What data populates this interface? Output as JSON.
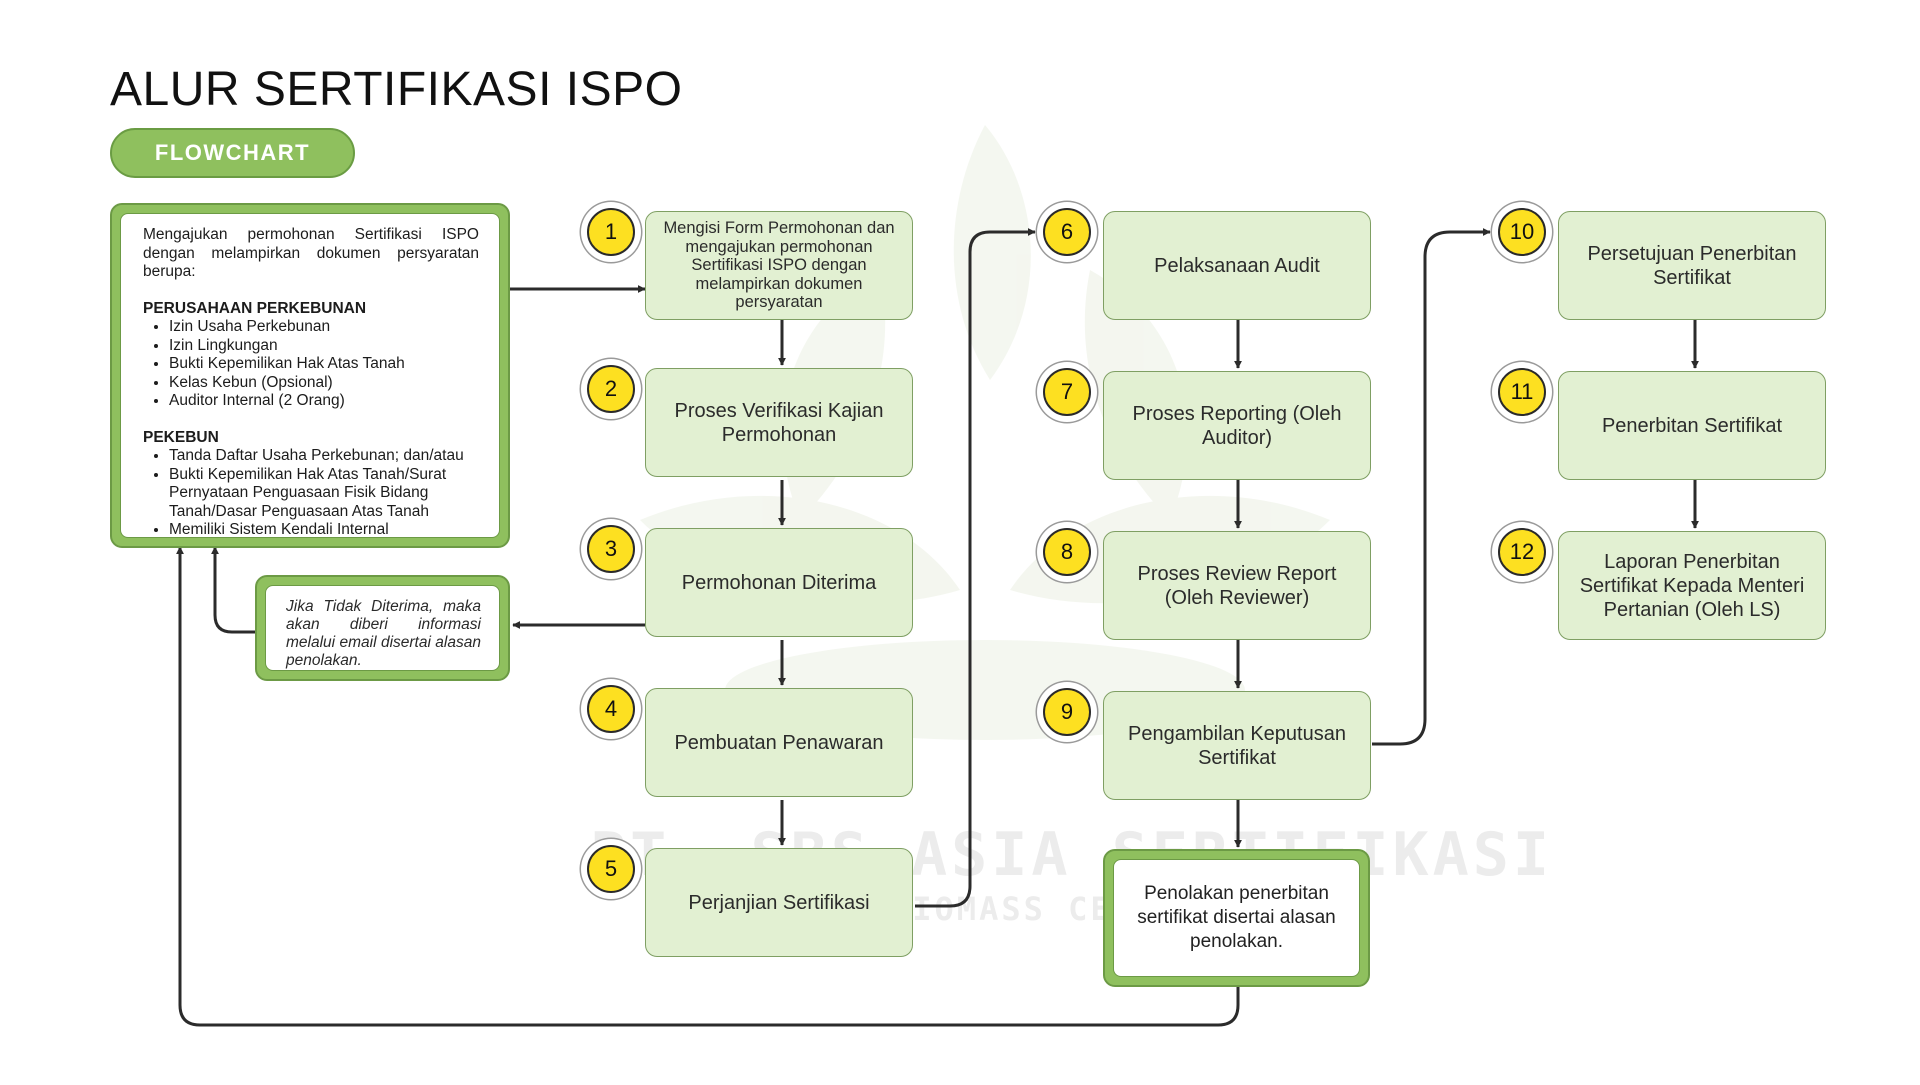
{
  "title": "ALUR SERTIFIKASI ISPO",
  "badge": "FLOWCHART",
  "watermark": {
    "line1": "PT. SBS ASIA SERTIFIKASI",
    "line2": "BIOMASS CERT"
  },
  "requirements": {
    "intro": "Mengajukan permohonan Sertifikasi ISPO dengan melampirkan dokumen persyaratan berupa:",
    "groups": [
      {
        "heading": "PERUSAHAAN PERKEBUNAN",
        "items": [
          "Izin Usaha Perkebunan",
          "Izin Lingkungan",
          "Bukti Kepemilikan Hak Atas Tanah",
          "Kelas Kebun (Opsional)",
          "Auditor Internal (2 Orang)"
        ]
      },
      {
        "heading": "PEKEBUN",
        "items": [
          "Tanda Daftar Usaha Perkebunan; dan/atau",
          "Bukti Kepemilikan Hak Atas Tanah/Surat Pernyataan Penguasaan Fisik Bidang Tanah/Dasar Penguasaan Atas Tanah",
          "Memiliki Sistem Kendali Internal"
        ]
      }
    ]
  },
  "reject_note": "Jika Tidak Diterima, maka akan diberi informasi melalui email disertai alasan penolakan.",
  "final_reject": "Penolakan penerbitan sertifikat disertai alasan penolakan.",
  "steps": [
    {
      "num": "1",
      "label": "Mengisi Form Permohonan dan mengajukan permohonan Sertifikasi ISPO dengan melampirkan dokumen persyaratan"
    },
    {
      "num": "2",
      "label": "Proses Verifikasi Kajian Permohonan"
    },
    {
      "num": "3",
      "label": "Permohonan Diterima"
    },
    {
      "num": "4",
      "label": "Pembuatan Penawaran"
    },
    {
      "num": "5",
      "label": "Perjanjian Sertifikasi"
    },
    {
      "num": "6",
      "label": "Pelaksanaan Audit"
    },
    {
      "num": "7",
      "label": "Proses Reporting (Oleh Auditor)"
    },
    {
      "num": "8",
      "label": "Proses Review Report (Oleh Reviewer)"
    },
    {
      "num": "9",
      "label": "Pengambilan Keputusan Sertifikat"
    },
    {
      "num": "10",
      "label": "Persetujuan Penerbitan Sertifikat"
    },
    {
      "num": "11",
      "label": "Penerbitan Sertifikat"
    },
    {
      "num": "12",
      "label": "Laporan Penerbitan Sertifikat Kepada Menteri Pertanian (Oleh LS)"
    }
  ]
}
